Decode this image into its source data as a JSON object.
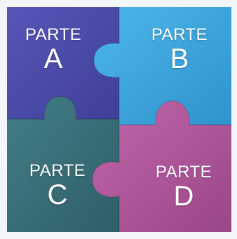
{
  "pieces": [
    {
      "id": "a",
      "word": "PARTE",
      "letter": "A",
      "color": "#4a4aa8"
    },
    {
      "id": "b",
      "word": "PARTE",
      "letter": "B",
      "color": "#3aa6dd"
    },
    {
      "id": "c",
      "word": "PARTE",
      "letter": "C",
      "color": "#3a6f78"
    },
    {
      "id": "d",
      "word": "PARTE",
      "letter": "D",
      "color": "#b3579c"
    }
  ]
}
